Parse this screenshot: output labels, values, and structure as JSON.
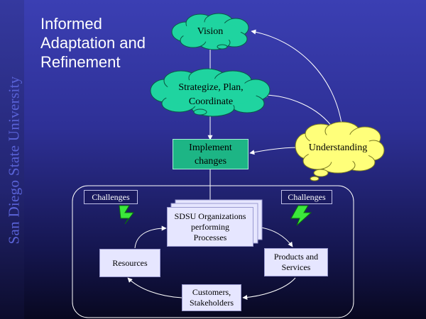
{
  "sidebar_text": "San Diego State University",
  "title": [
    "Informed",
    "Adaptation and",
    "Refinement"
  ],
  "nodes": {
    "vision": "Vision",
    "strategize": [
      "Strategize, Plan,",
      "Coordinate"
    ],
    "implement": [
      "Implement",
      "changes"
    ],
    "understanding": "Understanding",
    "sdsu_orgs": [
      "SDSU Organizations",
      "performing",
      "Processes"
    ],
    "resources": "Resources",
    "products": [
      "Products and",
      "Services"
    ],
    "customers": [
      "Customers,",
      "Stakeholders"
    ],
    "challenges_left": "Challenges",
    "challenges_right": "Challenges"
  },
  "colors": {
    "cloud_green": "#1fd4a0",
    "implement_box": "#1db585",
    "understanding_cloud": "#ffff7a",
    "lavender_box": "#e6e6ff",
    "lightning": "#3be83b"
  }
}
